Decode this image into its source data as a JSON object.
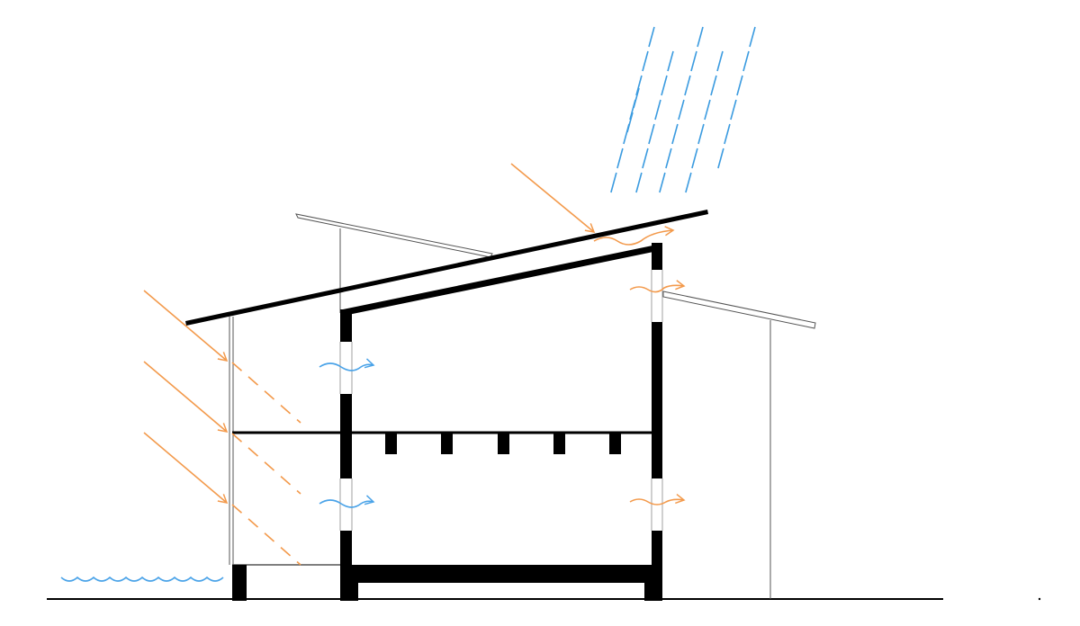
{
  "diagram": {
    "subject": "building-section",
    "colors": {
      "background": "#ffffff",
      "structure": "#000000",
      "outline": "#555555",
      "sun": "#f39a4c",
      "air": "#4aa3e8",
      "rain": "#3b9be0",
      "water": "#4aa3e8"
    },
    "icons": {
      "sun_rays": "straight-arrow-icon",
      "airflow": "wavy-arrow-icon",
      "rain": "dashed-line-icon",
      "water": "wave-icon"
    },
    "flows": {
      "sun_ray_count": 4,
      "warm_airflow_count": 3,
      "cool_airflow_count": 2,
      "rain_streak_count": 34
    }
  }
}
